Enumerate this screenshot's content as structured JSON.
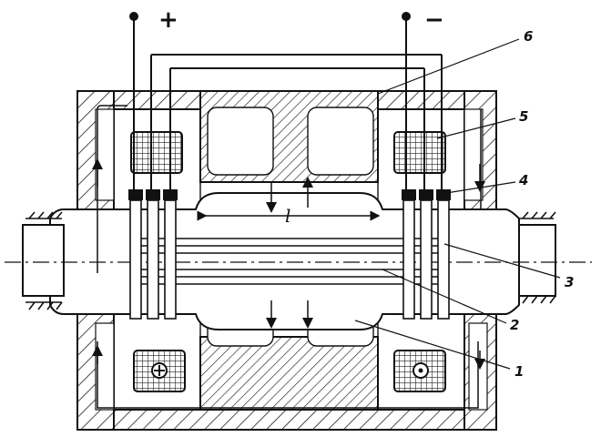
{
  "terminals": {
    "plus": "+",
    "minus": "−"
  },
  "dimension_label": "l",
  "callouts": [
    "1",
    "2",
    "3",
    "4",
    "5",
    "6"
  ]
}
